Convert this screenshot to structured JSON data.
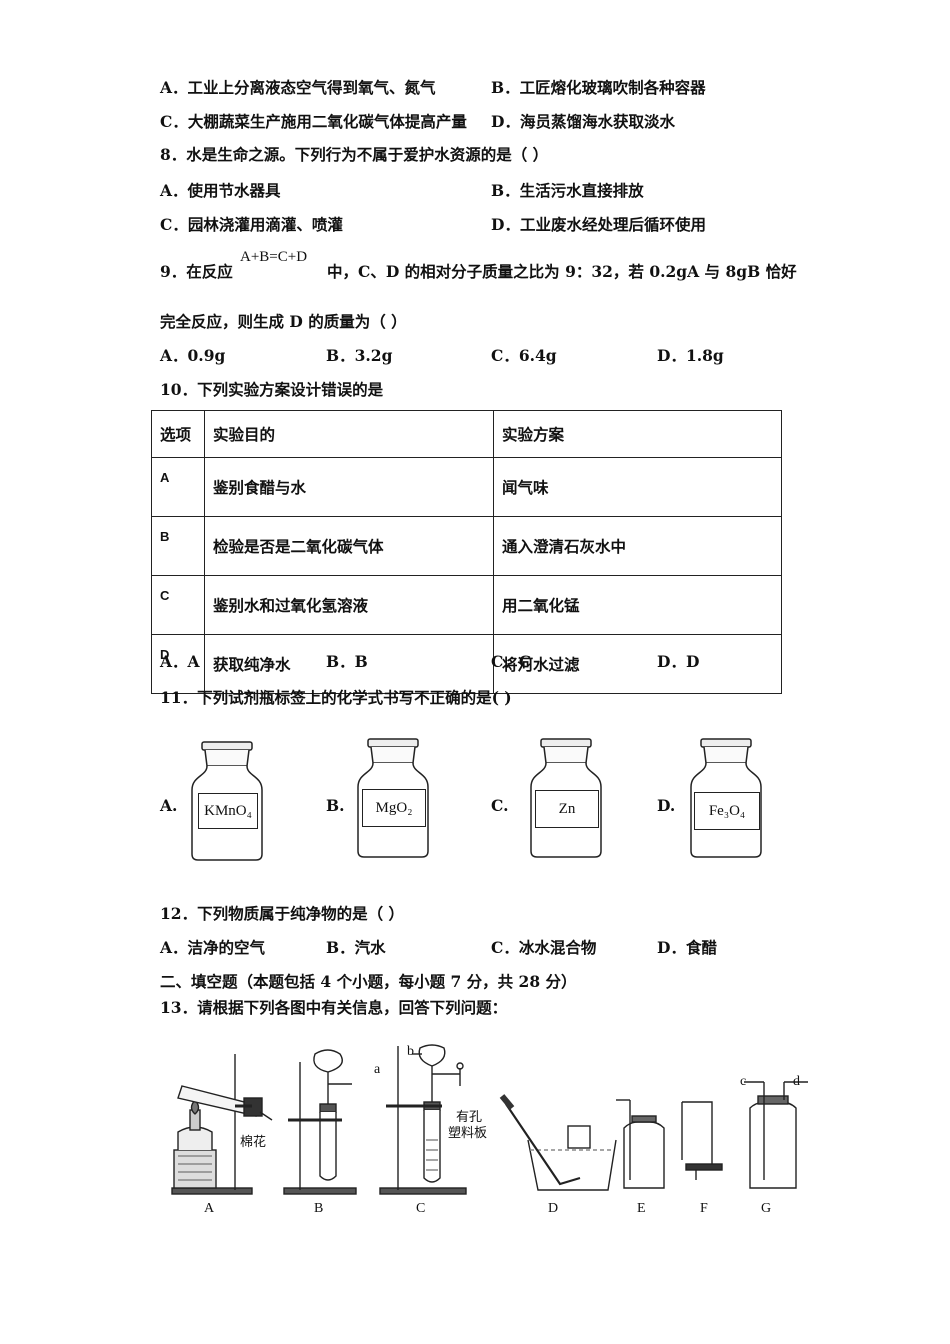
{
  "q7_options": {
    "a": "A．工业上分离液态空气得到氧气、氮气",
    "b": "B．工匠熔化玻璃吹制各种容器",
    "c": "C．大棚蔬菜生产施用二氧化碳气体提高产量",
    "d": "D．海员蒸馏海水获取淡水"
  },
  "q8": {
    "stem": "8．水是生命之源。下列行为不属于爱护水资源的是（    ）",
    "a": "A．使用节水器具",
    "b": "B．生活污水直接排放",
    "c": "C．园林浇灌用滴灌、喷灌",
    "d": "D．工业废水经处理后循环使用"
  },
  "q9": {
    "stem_pre": "9．在反应",
    "formula": "A+B=C+D",
    "stem_post": "中，C、D 的相对分子质量之比为 9：32，若 0.2gA 与 8gB 恰好",
    "stem_line2": "完全反应，则生成 D 的质量为（    ）",
    "a": "A．0.9g",
    "b": "B．3.2g",
    "c": "C．6.4g",
    "d": "D．1.8g"
  },
  "q10": {
    "stem": "10．下列实验方案设计错误的是",
    "headers": [
      "选项",
      "实验目的",
      "实验方案"
    ],
    "rows": [
      [
        "A",
        "鉴别食醋与水",
        "闻气味"
      ],
      [
        "B",
        "检验是否是二氧化碳气体",
        "通入澄清石灰水中"
      ],
      [
        "C",
        "鉴别水和过氧化氢溶液",
        "用二氧化锰"
      ],
      [
        "D",
        "获取纯净水",
        "将河水过滤"
      ]
    ],
    "a": "A．A",
    "b": "B．B",
    "c": "C．C",
    "d": "D．D"
  },
  "q11": {
    "stem": "11．下列试剂瓶标签上的化学式书写不正确的是(    )",
    "options": [
      {
        "letter": "A.",
        "label": "KMnO₄"
      },
      {
        "letter": "B.",
        "label": "MgO₂"
      },
      {
        "letter": "C.",
        "label": "Zn"
      },
      {
        "letter": "D.",
        "label": "Fe₃O₄"
      }
    ]
  },
  "q12": {
    "stem": "12．下列物质属于纯净物的是（      ）",
    "a": "A．洁净的空气",
    "b": "B．汽水",
    "c": "C．冰水混合物",
    "d": "D．食醋"
  },
  "section2": "二、填空题（本题包括 4 个小题，每小题 7 分，共 28 分）",
  "q13": {
    "stem": "13．请根据下列各图中有关信息，回答下列问题：",
    "cotton": "棉花",
    "plate1": "有孔",
    "plate2": "塑料板",
    "a_mark": "a",
    "b_mark": "b",
    "c_mark": "c",
    "d_mark": "d",
    "fig_labels": [
      "A",
      "B",
      "C",
      "D",
      "E",
      "F",
      "G"
    ]
  }
}
